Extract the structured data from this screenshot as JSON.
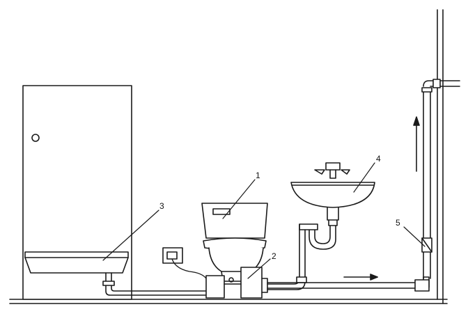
{
  "diagram": {
    "labels": {
      "toilet": "1",
      "pump_unit": "2",
      "bathtub": "3",
      "sink": "4",
      "check_valve": "5"
    },
    "colors": {
      "line": "#1a1a1a",
      "background": "#ffffff",
      "fill": "#ffffff"
    },
    "icons": {
      "flow_right": "arrow-right-icon",
      "flow_up": "arrow-up-icon"
    }
  }
}
